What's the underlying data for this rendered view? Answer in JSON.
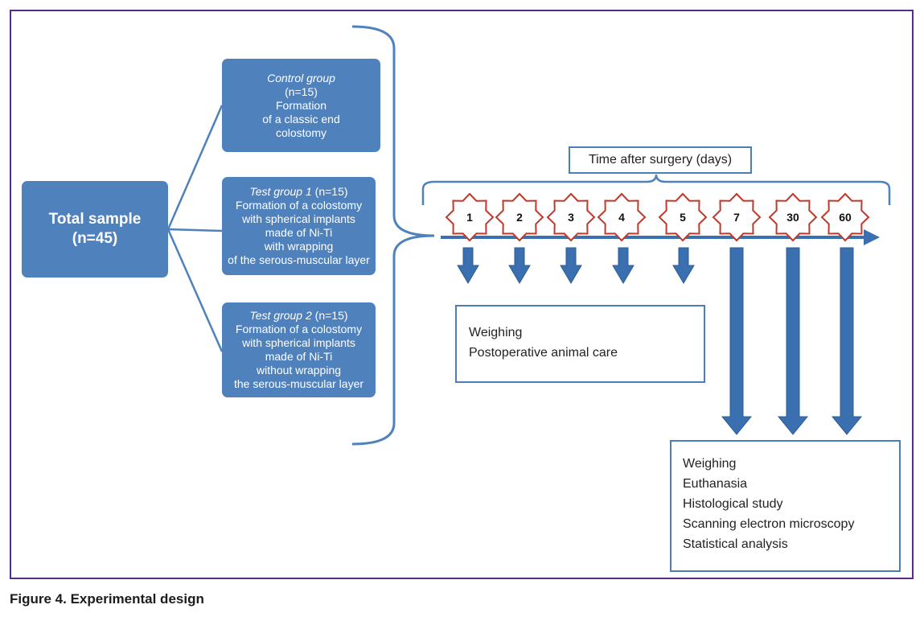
{
  "colors": {
    "box_fill": "#4f81bd",
    "arrow_fill": "#3a6fb0",
    "star_stroke": "#c0392b",
    "frame": "#5b2c83"
  },
  "total": {
    "title": "Total sample",
    "count": "(n=45)"
  },
  "groups": [
    {
      "name": "Control group",
      "count": "(n=15)",
      "lines": [
        "Formation",
        "of a classic end",
        "colostomy"
      ]
    },
    {
      "name": "Test group 1",
      "count": " (n=15)",
      "lines": [
        "Formation of a colostomy",
        "with spherical implants",
        "made of Ni-Ti",
        "with wrapping",
        "of the serous-muscular layer"
      ]
    },
    {
      "name": "Test group 2",
      "count": " (n=15)",
      "lines": [
        "Formation of a colostomy",
        "with spherical implants",
        "made of Ni-Ti",
        "without wrapping",
        "the serous-muscular layer"
      ]
    }
  ],
  "timeline": {
    "label": "Time after surgery (days)",
    "days": [
      "1",
      "2",
      "3",
      "4",
      "5",
      "7",
      "30",
      "60"
    ]
  },
  "outcome_short": [
    "Weighing",
    "Postoperative animal care"
  ],
  "outcome_final": [
    "Weighing",
    "Euthanasia",
    "Histological study",
    "Scanning electron microscopy",
    "Statistical analysis"
  ],
  "caption": "Figure 4. Experimental design"
}
